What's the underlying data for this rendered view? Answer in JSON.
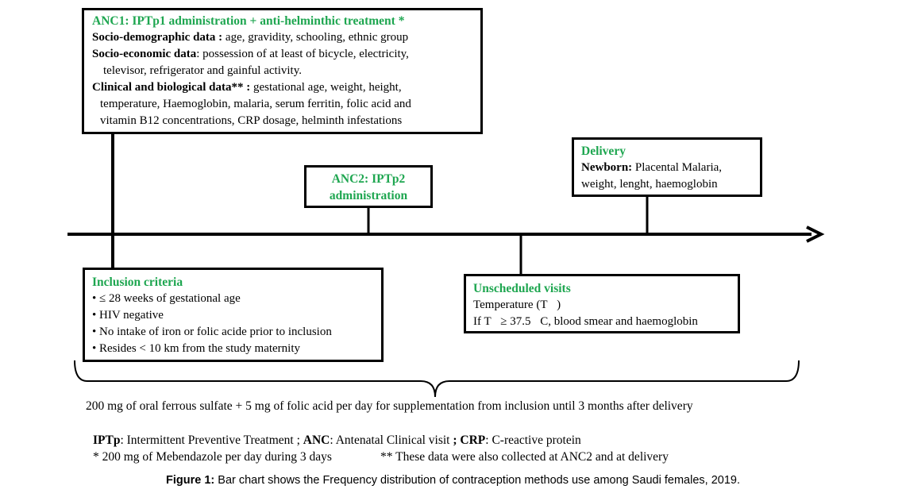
{
  "anc1": {
    "title": "ANC1: IPTp1 administration + anti-helminthic treatment *",
    "socio_demo_label": "Socio-demographic data :",
    "socio_demo_text": " age, gravidity, schooling, ethnic group",
    "socio_eco_label": "Socio-economic data",
    "socio_eco_text": ": possession of  at least of bicycle, electricity,",
    "socio_eco_text2": "televisor, refrigerator and gainful activity.",
    "clinical_label": "Clinical and biological data** :",
    "clinical_text": " gestational age, weight, height,",
    "clinical_text2": "temperature, Haemoglobin,  malaria, serum ferritin, folic acid and",
    "clinical_text3": "vitamin  B12 concentrations, CRP dosage, helminth infestations"
  },
  "anc2": {
    "title_line1": "ANC2: IPTp2",
    "title_line2": "administration"
  },
  "delivery": {
    "title": "Delivery",
    "newborn_label": "Newborn:",
    "newborn_text": " Placental Malaria,",
    "newborn_text2": "weight, lenght, haemoglobin"
  },
  "inclusion": {
    "title": "Inclusion criteria",
    "items": [
      "• ≤ 28 weeks of gestational age",
      "• HIV negative",
      "• No intake of iron or folic acide prior to inclusion",
      "• Resides < 10 km from the study maternity"
    ]
  },
  "unscheduled": {
    "title": "Unscheduled visits",
    "line1": "Temperature (T\u0000)",
    "line2": "If T\u0000≥ 37.5\u0000C, blood smear and haemoglobin"
  },
  "supplementation": "200 mg of oral ferrous sulfate + 5 mg of folic acid  per day for supplementation from  inclusion  until 3 months after delivery",
  "legend": {
    "iptp_label": "IPTp",
    "iptp_text": ": Intermittent Preventive Treatment ; ",
    "anc_label": "ANC",
    "anc_text": ": Antenatal Clinical visit ",
    "semicolon": "; ",
    "crp_label": "CRP",
    "crp_text": ": C-reactive protein",
    "note1": "* 200 mg of Mebendazole per day during 3 days",
    "note2": "** These data were also collected at ANC2 and at delivery"
  },
  "caption": {
    "label": "Figure 1:",
    "text": " Bar chart shows the Frequency distribution of contraception methods use among Saudi females, 2019."
  },
  "colors": {
    "title_green": "#1ea650",
    "line_black": "#000000"
  }
}
